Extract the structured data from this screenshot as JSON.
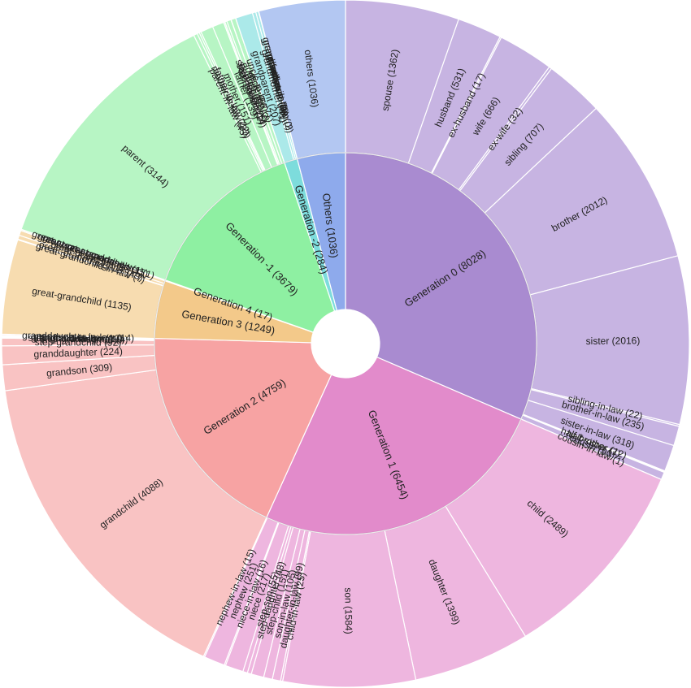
{
  "chart_data": {
    "type": "sunburst",
    "title": "",
    "groups": [
      {
        "label": "Generation 0 (8028)",
        "value": 8028,
        "color": "#a98bd0",
        "light": "#c7b4e2",
        "children": [
          {
            "label": "spouse (1362)",
            "value": 1362
          },
          {
            "label": "husband (531)",
            "value": 531
          },
          {
            "label": "ex-husband (17)",
            "value": 17
          },
          {
            "label": "wife (666)",
            "value": 666
          },
          {
            "label": "ex-wife (32)",
            "value": 32
          },
          {
            "label": "sibling (707)",
            "value": 707
          },
          {
            "label": "brother (2012)",
            "value": 2012
          },
          {
            "label": "sister (2016)",
            "value": 2016
          },
          {
            "label": "sibling-in-law (22)",
            "value": 22
          },
          {
            "label": "brother-in-law (235)",
            "value": 235
          },
          {
            "label": "sister-in-law (318)",
            "value": 318
          },
          {
            "label": "half-brother (12)",
            "value": 12
          },
          {
            "label": "half-sister (7)",
            "value": 7
          },
          {
            "label": "cousin (90)",
            "value": 90
          },
          {
            "label": "cousin-in-law (1)",
            "value": 1
          }
        ]
      },
      {
        "label": "Generation 1 (6454)",
        "value": 6454,
        "color": "#e28bcb",
        "light": "#eeb6df",
        "children": [
          {
            "label": "child (2489)",
            "value": 2489
          },
          {
            "label": "daughter (1399)",
            "value": 1399
          },
          {
            "label": "son (1584)",
            "value": 1584
          },
          {
            "label": "child-in-law (25)",
            "value": 25
          },
          {
            "label": "daughter-in-law (99)",
            "value": 99
          },
          {
            "label": "son-in-law (105)",
            "value": 105
          },
          {
            "label": "step-child (151)",
            "value": 151
          },
          {
            "label": "step-daughter (48)",
            "value": 48
          },
          {
            "label": "step-son (55)",
            "value": 55
          },
          {
            "label": "niece (217)",
            "value": 217
          },
          {
            "label": "niece-in-law (16)",
            "value": 16
          },
          {
            "label": "nephew (251)",
            "value": 251
          },
          {
            "label": "nephew-in-law (15)",
            "value": 15
          }
        ]
      },
      {
        "label": "Generation 2 (4759)",
        "value": 4759,
        "color": "#f7a3a3",
        "light": "#f9c3c3",
        "children": [
          {
            "label": "grandchild (4088)",
            "value": 4088
          },
          {
            "label": "grandson (309)",
            "value": 309
          },
          {
            "label": "granddaughter (224)",
            "value": 224
          },
          {
            "label": "step-grandchild (92)",
            "value": 92
          },
          {
            "label": "step-grandson (8)",
            "value": 8
          },
          {
            "label": "step-granddaughter (4)",
            "value": 4
          },
          {
            "label": "grandchild-in-law (10)",
            "value": 10
          },
          {
            "label": "grandson-in-law (10)",
            "value": 10
          },
          {
            "label": "granddaughter-in-law (14)",
            "value": 14
          }
        ]
      },
      {
        "label": "Generation 3 (1249)",
        "value": 1249,
        "color": "#f3c98a",
        "light": "#f7dcb0",
        "children": [
          {
            "label": "great-grandchild (1135)",
            "value": 1135
          },
          {
            "label": "great-grandchild-in-law (7)",
            "value": 7
          },
          {
            "label": "great-granddaughter (49)",
            "value": 49
          },
          {
            "label": "great-grandson (58)",
            "value": 58
          }
        ]
      },
      {
        "label": "Generation 4 (17)",
        "value": 17,
        "color": "#d6ef95",
        "light": "#e5f5bb",
        "children": [
          {
            "label": "great-great-grandchild (15)",
            "value": 15
          },
          {
            "label": "great-great-granddaughter (1)",
            "value": 1
          },
          {
            "label": "great-great-grandson (1)",
            "value": 1
          }
        ]
      },
      {
        "label": "Generation -1 (3679)",
        "value": 3679,
        "color": "#8ef0a2",
        "light": "#b7f5c4",
        "children": [
          {
            "label": "parent (3144)",
            "value": 3144
          },
          {
            "label": "parent-in-law (45)",
            "value": 45
          },
          {
            "label": "mother-in-law (27)",
            "value": 27
          },
          {
            "label": "father-in-law (22)",
            "value": 22
          },
          {
            "label": "mother (151)",
            "value": 151
          },
          {
            "label": "father (139)",
            "value": 139
          },
          {
            "label": "step-parent (2)",
            "value": 2
          },
          {
            "label": "step-mother (14)",
            "value": 14
          },
          {
            "label": "step-father (25)",
            "value": 25
          },
          {
            "label": "aunt (51)",
            "value": 51
          },
          {
            "label": "aunt-in-law (2)",
            "value": 2
          },
          {
            "label": "uncle (56)",
            "value": 56
          },
          {
            "label": "uncle-in-law (1)",
            "value": 1
          }
        ]
      },
      {
        "label": "Generation -2 (284)",
        "value": 284,
        "color": "#7ddcdc",
        "light": "#abe9e9",
        "children": [
          {
            "label": "grandparent (207)",
            "value": 207
          },
          {
            "label": "grandmother (41)",
            "value": 41
          },
          {
            "label": "grandfather (33)",
            "value": 33
          },
          {
            "label": "grandmother-in-law (2)",
            "value": 2
          },
          {
            "label": "grandfather-in-law (0)",
            "value": 0
          },
          {
            "label": "granduncle (1)",
            "value": 1
          },
          {
            "label": "grandaunt (0)",
            "value": 0
          }
        ]
      },
      {
        "label": "Others (1036)",
        "value": 1036,
        "color": "#8eaaec",
        "light": "#b3c7f2",
        "children": [
          {
            "label": "others (1036)",
            "value": 1036
          }
        ]
      }
    ]
  }
}
